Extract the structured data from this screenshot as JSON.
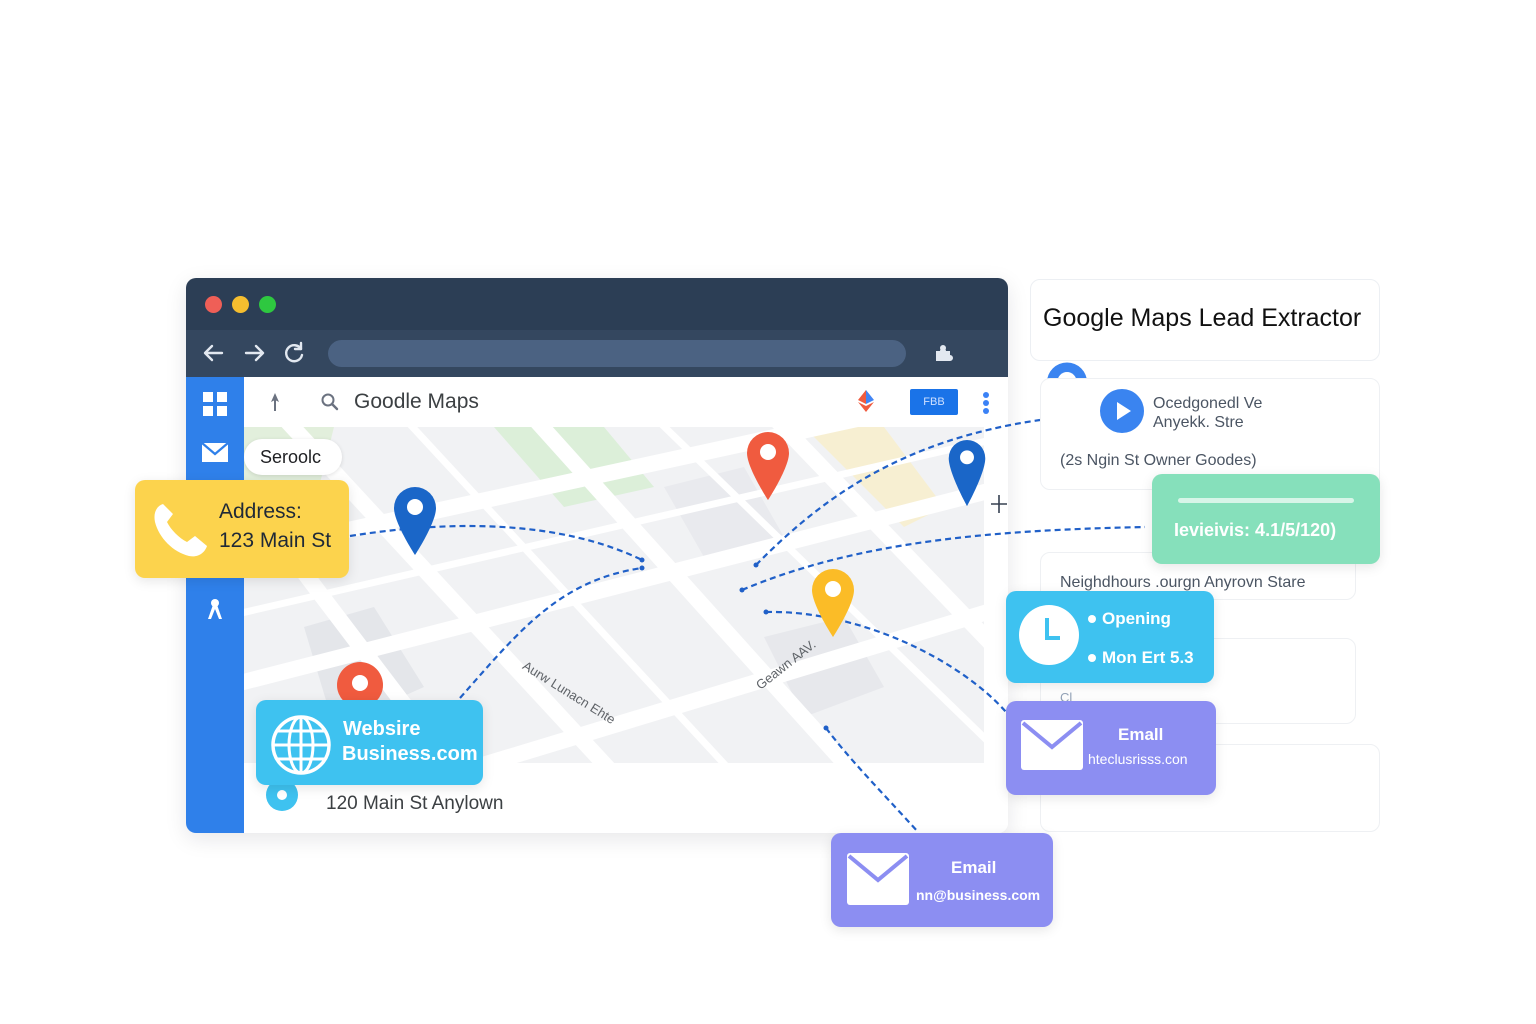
{
  "browser": {
    "window_controls": {
      "close_color": "#ef5f57",
      "minimize_color": "#f6be2f",
      "maximize_color": "#2ec840"
    },
    "toolbar": {
      "back_icon": "arrow-left-icon",
      "forward_icon": "arrow-right-icon",
      "reload_icon": "reload-icon",
      "extension_icon": "puzzle-icon",
      "url_value": ""
    }
  },
  "sidebar": {
    "items": [
      {
        "icon": "grid-icon"
      },
      {
        "icon": "mail-icon"
      },
      {
        "icon": "person-icon"
      }
    ],
    "color": "#2f80ea"
  },
  "maps": {
    "title": "Goodle Maps",
    "header_button": "FBB",
    "search_chip": "Seroolc",
    "bottom_address": "120 Main St Anylown",
    "street_labels": [
      "Aurw Lunacn Ehte",
      "Geawn AAV."
    ]
  },
  "panel": {
    "title": "Google Maps Lead Extractor",
    "place_name_line1": "Ocedgonedl Ve",
    "place_name_line2": "Anyekk. Stre",
    "place_address": "(2s Ngin St  Owner Goodes)",
    "neighborhood": "Neighdhours .ourgn Anyrovn Stare",
    "faded_line": "Cl"
  },
  "cards": {
    "address": {
      "line1": "Address:",
      "line2": "123 Main St",
      "color": "#fcd34d"
    },
    "reviews": {
      "text": "Ievieivis: 4.1/5/120)",
      "color": "#86e0bb"
    },
    "opening": {
      "line1": "Opening",
      "line2": "Mon Ert 5.3",
      "color": "#3ec2f0"
    },
    "email_1": {
      "title": "Emall",
      "value": "hteclusrisss.con",
      "color": "#8c8ef2"
    },
    "email_2": {
      "title": "Email",
      "value": "nn@business.com",
      "color": "#8c8ef2"
    },
    "website": {
      "line1": "Websire",
      "line2": "Business.com",
      "color": "#3ec2f0"
    }
  },
  "colors": {
    "pin_blue": "#1a66c8",
    "pin_red": "#f05b3f",
    "pin_yellow": "#fbbc27",
    "connector": "#2060c8"
  }
}
